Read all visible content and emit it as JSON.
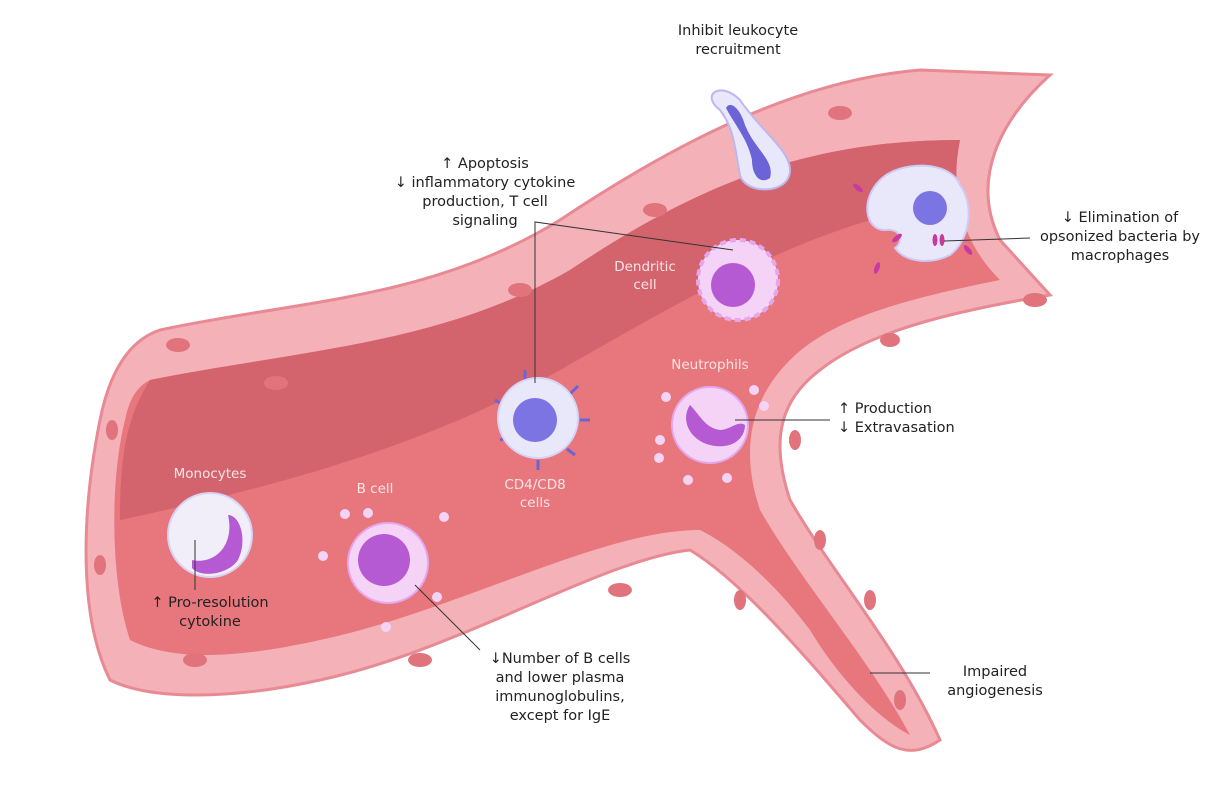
{
  "title": "Immune cell alterations in blood vessel",
  "colors": {
    "vessel_outer": "#f0a2ab",
    "vessel_wall": "#f4b1b8",
    "vessel_edge": "#e88a94",
    "lumen_dark": "#d3646d",
    "lumen": "#e7777c",
    "nucleus_spot": "#e0737c",
    "cell_membrane_lilac": "#e9e8fb",
    "cell_membrane_pink": "#f4d3f7",
    "nucleus_blue": "#7c74e2",
    "nucleus_purple": "#b65ad3",
    "receptor_blue": "#6b63d6",
    "bacteria": "#c93aa0",
    "text": "#222222",
    "label_light": "#fbe3e6"
  },
  "labels": {
    "leukocyte": [
      "Inhibit leukocyte",
      "recruitment"
    ],
    "tcell_effects": [
      "↑ Apoptosis",
      "↓ inflammatory cytokine",
      "production, T cell",
      "signaling"
    ],
    "macrophage_effect": [
      "↓ Elimination of",
      "opsonized bacteria by",
      "macrophages"
    ],
    "neutrophil_effects": [
      "↑ Production",
      "↓ Extravasation"
    ],
    "bcell_effect": [
      "↓Number of B cells",
      "and lower plasma",
      "immunoglobulins,",
      "except for IgE"
    ],
    "monocyte_effect": [
      "↑ Pro-resolution",
      "cytokine"
    ],
    "angiogenesis": [
      "Impaired",
      "angiogenesis"
    ]
  },
  "cells": {
    "dendritic": [
      "Dendritic",
      "cell"
    ],
    "neutrophils": "Neutrophils",
    "tcells": [
      "CD4/CD8",
      "cells"
    ],
    "bcell": "B cell",
    "monocytes": "Monocytes"
  }
}
